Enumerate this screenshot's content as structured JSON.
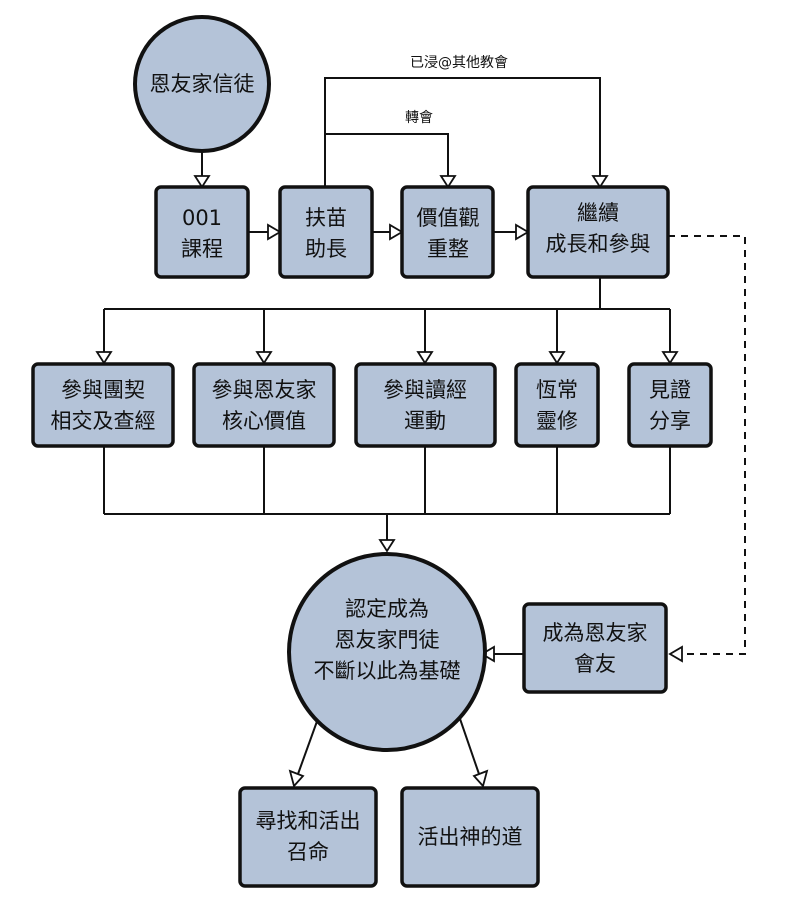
{
  "nodes": {
    "start": "恩友家信徒",
    "course_001": [
      "001",
      "課程"
    ],
    "nurture": [
      "扶苗",
      "助長"
    ],
    "values_reset": [
      "價值觀",
      "重整"
    ],
    "continue_growth": [
      "繼續",
      "成長和參與"
    ],
    "fellowship": [
      "參與團契",
      "相交及查經"
    ],
    "core_values": [
      "參與恩友家",
      "核心價值"
    ],
    "reading_movement": [
      "參與讀經",
      "運動"
    ],
    "devotion": [
      "恆常",
      "靈修"
    ],
    "testimony": [
      "見證",
      "分享"
    ],
    "disciple": [
      "認定成為",
      "恩友家門徒",
      "不斷以此為基礎"
    ],
    "member": [
      "成為恩友家",
      "會友"
    ],
    "calling": [
      "尋找和活出",
      "召命"
    ],
    "live_word": [
      "活出神的道"
    ]
  },
  "edge_labels": {
    "baptized_elsewhere": "已浸@其他教會",
    "transfer": "轉會"
  },
  "colors": {
    "node_fill": "#b4c3d8",
    "stroke": "#111111"
  }
}
